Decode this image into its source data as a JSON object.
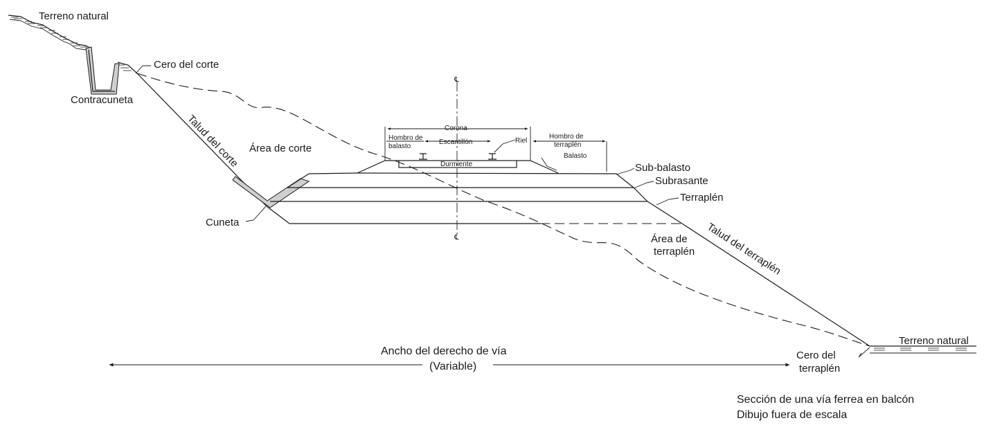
{
  "labels": {
    "terreno_natural_left": "Terreno natural",
    "cero_del_corte": "Cero del corte",
    "contracuneta": "Contracuneta",
    "talud_del_corte": "Talud del corte",
    "area_de_corte": "Área de corte",
    "cuneta": "Cuneta",
    "corona": "Corona",
    "hombro_de_balasto_1": "Hombro de",
    "hombro_de_balasto_2": "balasto",
    "escantillon": "Escantillón",
    "riel": "Riel",
    "durmiente": "Durmiente",
    "hombro_de_terraplen_1": "Hombro de",
    "hombro_de_terraplen_2": "terraplén",
    "balasto": "Balasto",
    "sub_balasto": "Sub-balasto",
    "subrasante": "Subrasante",
    "terraplen": "Terraplén",
    "area_de_terraplen_1": "Área de",
    "area_de_terraplen_2": "terraplén",
    "talud_del_terraplen": "Talud del terraplén",
    "terreno_natural_right": "Terreno natural",
    "cero_del_terraplen_1": "Cero del",
    "cero_del_terraplen_2": "terraplén",
    "ancho_derecho_via": "Ancho del derecho de vía",
    "variable": "(Variable)",
    "centerline_symbol": "℄"
  },
  "caption": {
    "line1": "Sección de una vía ferrea en balcón",
    "line2": "Dibujo fuera de escala"
  },
  "icons": {
    "arrow": "arrow-icon",
    "rail": "rail-icon",
    "ground_hatch": "ground-hatch-icon"
  }
}
